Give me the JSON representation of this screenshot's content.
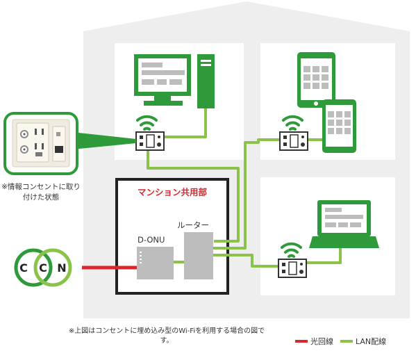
{
  "side_caption": "※情報コンセントに取り付けた状態",
  "shared_area": {
    "title": "マンション共用部",
    "onu_label": "D-ONU",
    "router_label": "ルーター"
  },
  "logo": {
    "letters": [
      "C",
      "C",
      "N"
    ],
    "ring_colors": [
      "#2e9a3a",
      "#8bc34a"
    ]
  },
  "footnote": "※上図はコンセントに埋め込み型のWi-Fiを利用する場合の図です。",
  "legend": [
    {
      "label": "光回線",
      "color": "#d7282f"
    },
    {
      "label": "LAN配線",
      "color": "#8bc34a"
    }
  ],
  "colors": {
    "house": "#eeeeee",
    "room": "#ffffff",
    "device_green": "#2e9a3a",
    "lan": "#8bc34a",
    "fiber": "#d7282f",
    "equipment": "#bdbdbd"
  },
  "icons": [
    "desktop-computer-icon",
    "tablet-icon",
    "smartphone-icon",
    "laptop-icon",
    "wifi-icon",
    "wifi-outlet-icon",
    "wall-outlet-photo"
  ]
}
